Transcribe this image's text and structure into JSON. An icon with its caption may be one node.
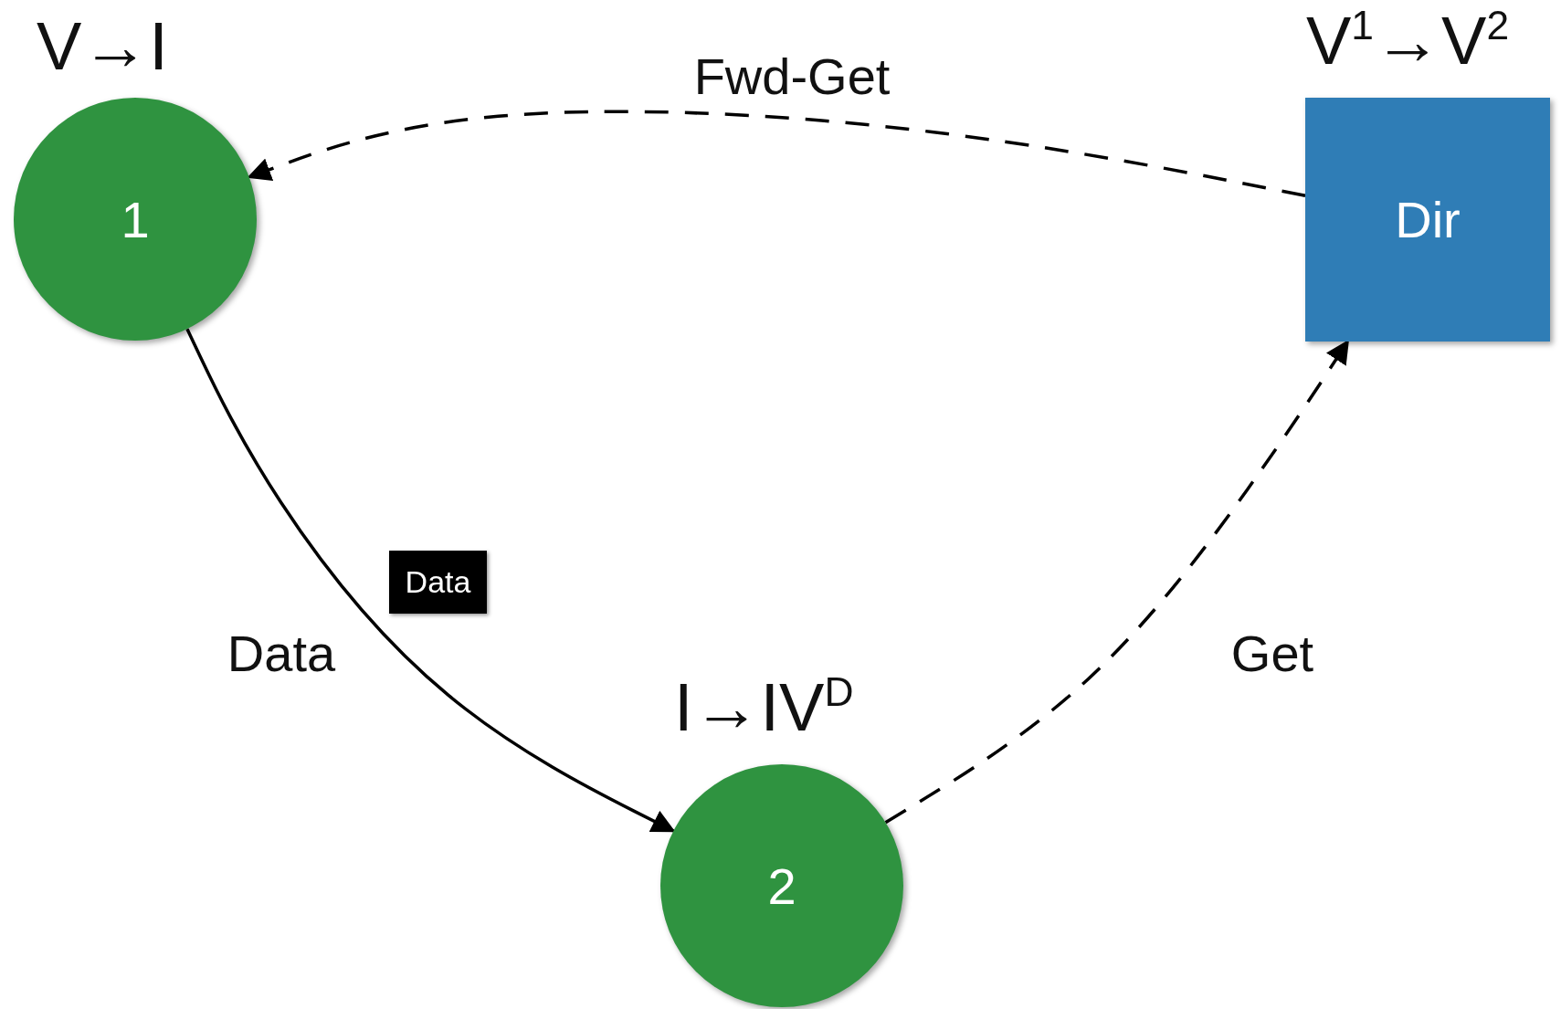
{
  "diagram": {
    "nodes": [
      {
        "text": [
          "V→I",
          "1"
        ]
      },
      {
        "text": [
          "V$^{1}$→V$^{2}$",
          "Dir"
        ]
      },
      {
        "text": [
          "I→IV$^{D}$",
          "2"
        ]
      },
      {
        "text": [
          "Data"
        ]
      }
    ],
    "edges": [
      {
        "from": 1,
        "to": 0,
        "arrow": "to",
        "label": "Fwd-Get",
        "style": "dashed"
      },
      {
        "from": 0,
        "to": 2,
        "arrow": "to",
        "label": "Data"
      },
      {
        "from": 2,
        "to": 1,
        "arrow": "to",
        "label": "Get",
        "style": "dashed"
      }
    ]
  }
}
